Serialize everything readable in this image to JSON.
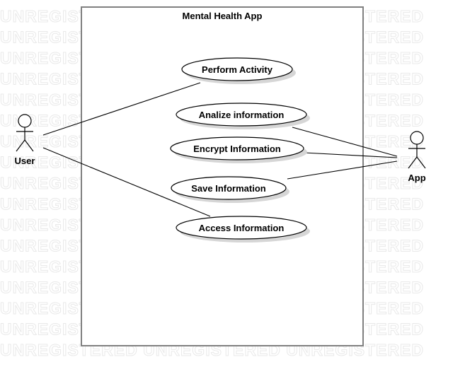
{
  "watermark": {
    "text": "UNREGISTERED UNREGISTERED UNREGISTERED"
  },
  "system": {
    "title": "Mental Health App"
  },
  "actors": {
    "user": {
      "label": "User"
    },
    "app": {
      "label": "App"
    }
  },
  "use_cases": {
    "perform_activity": {
      "label": "Perform Activity"
    },
    "analize_information": {
      "label": "Analize information"
    },
    "encrypt_information": {
      "label": "Encrypt Information"
    },
    "save_information": {
      "label": "Save Information"
    },
    "access_information": {
      "label": "Access Information"
    }
  },
  "associations": [
    {
      "from": "User",
      "to": "Perform Activity"
    },
    {
      "from": "User",
      "to": "Access Information"
    },
    {
      "from": "App",
      "to": "Analize information"
    },
    {
      "from": "App",
      "to": "Encrypt Information"
    },
    {
      "from": "App",
      "to": "Save Information"
    }
  ]
}
